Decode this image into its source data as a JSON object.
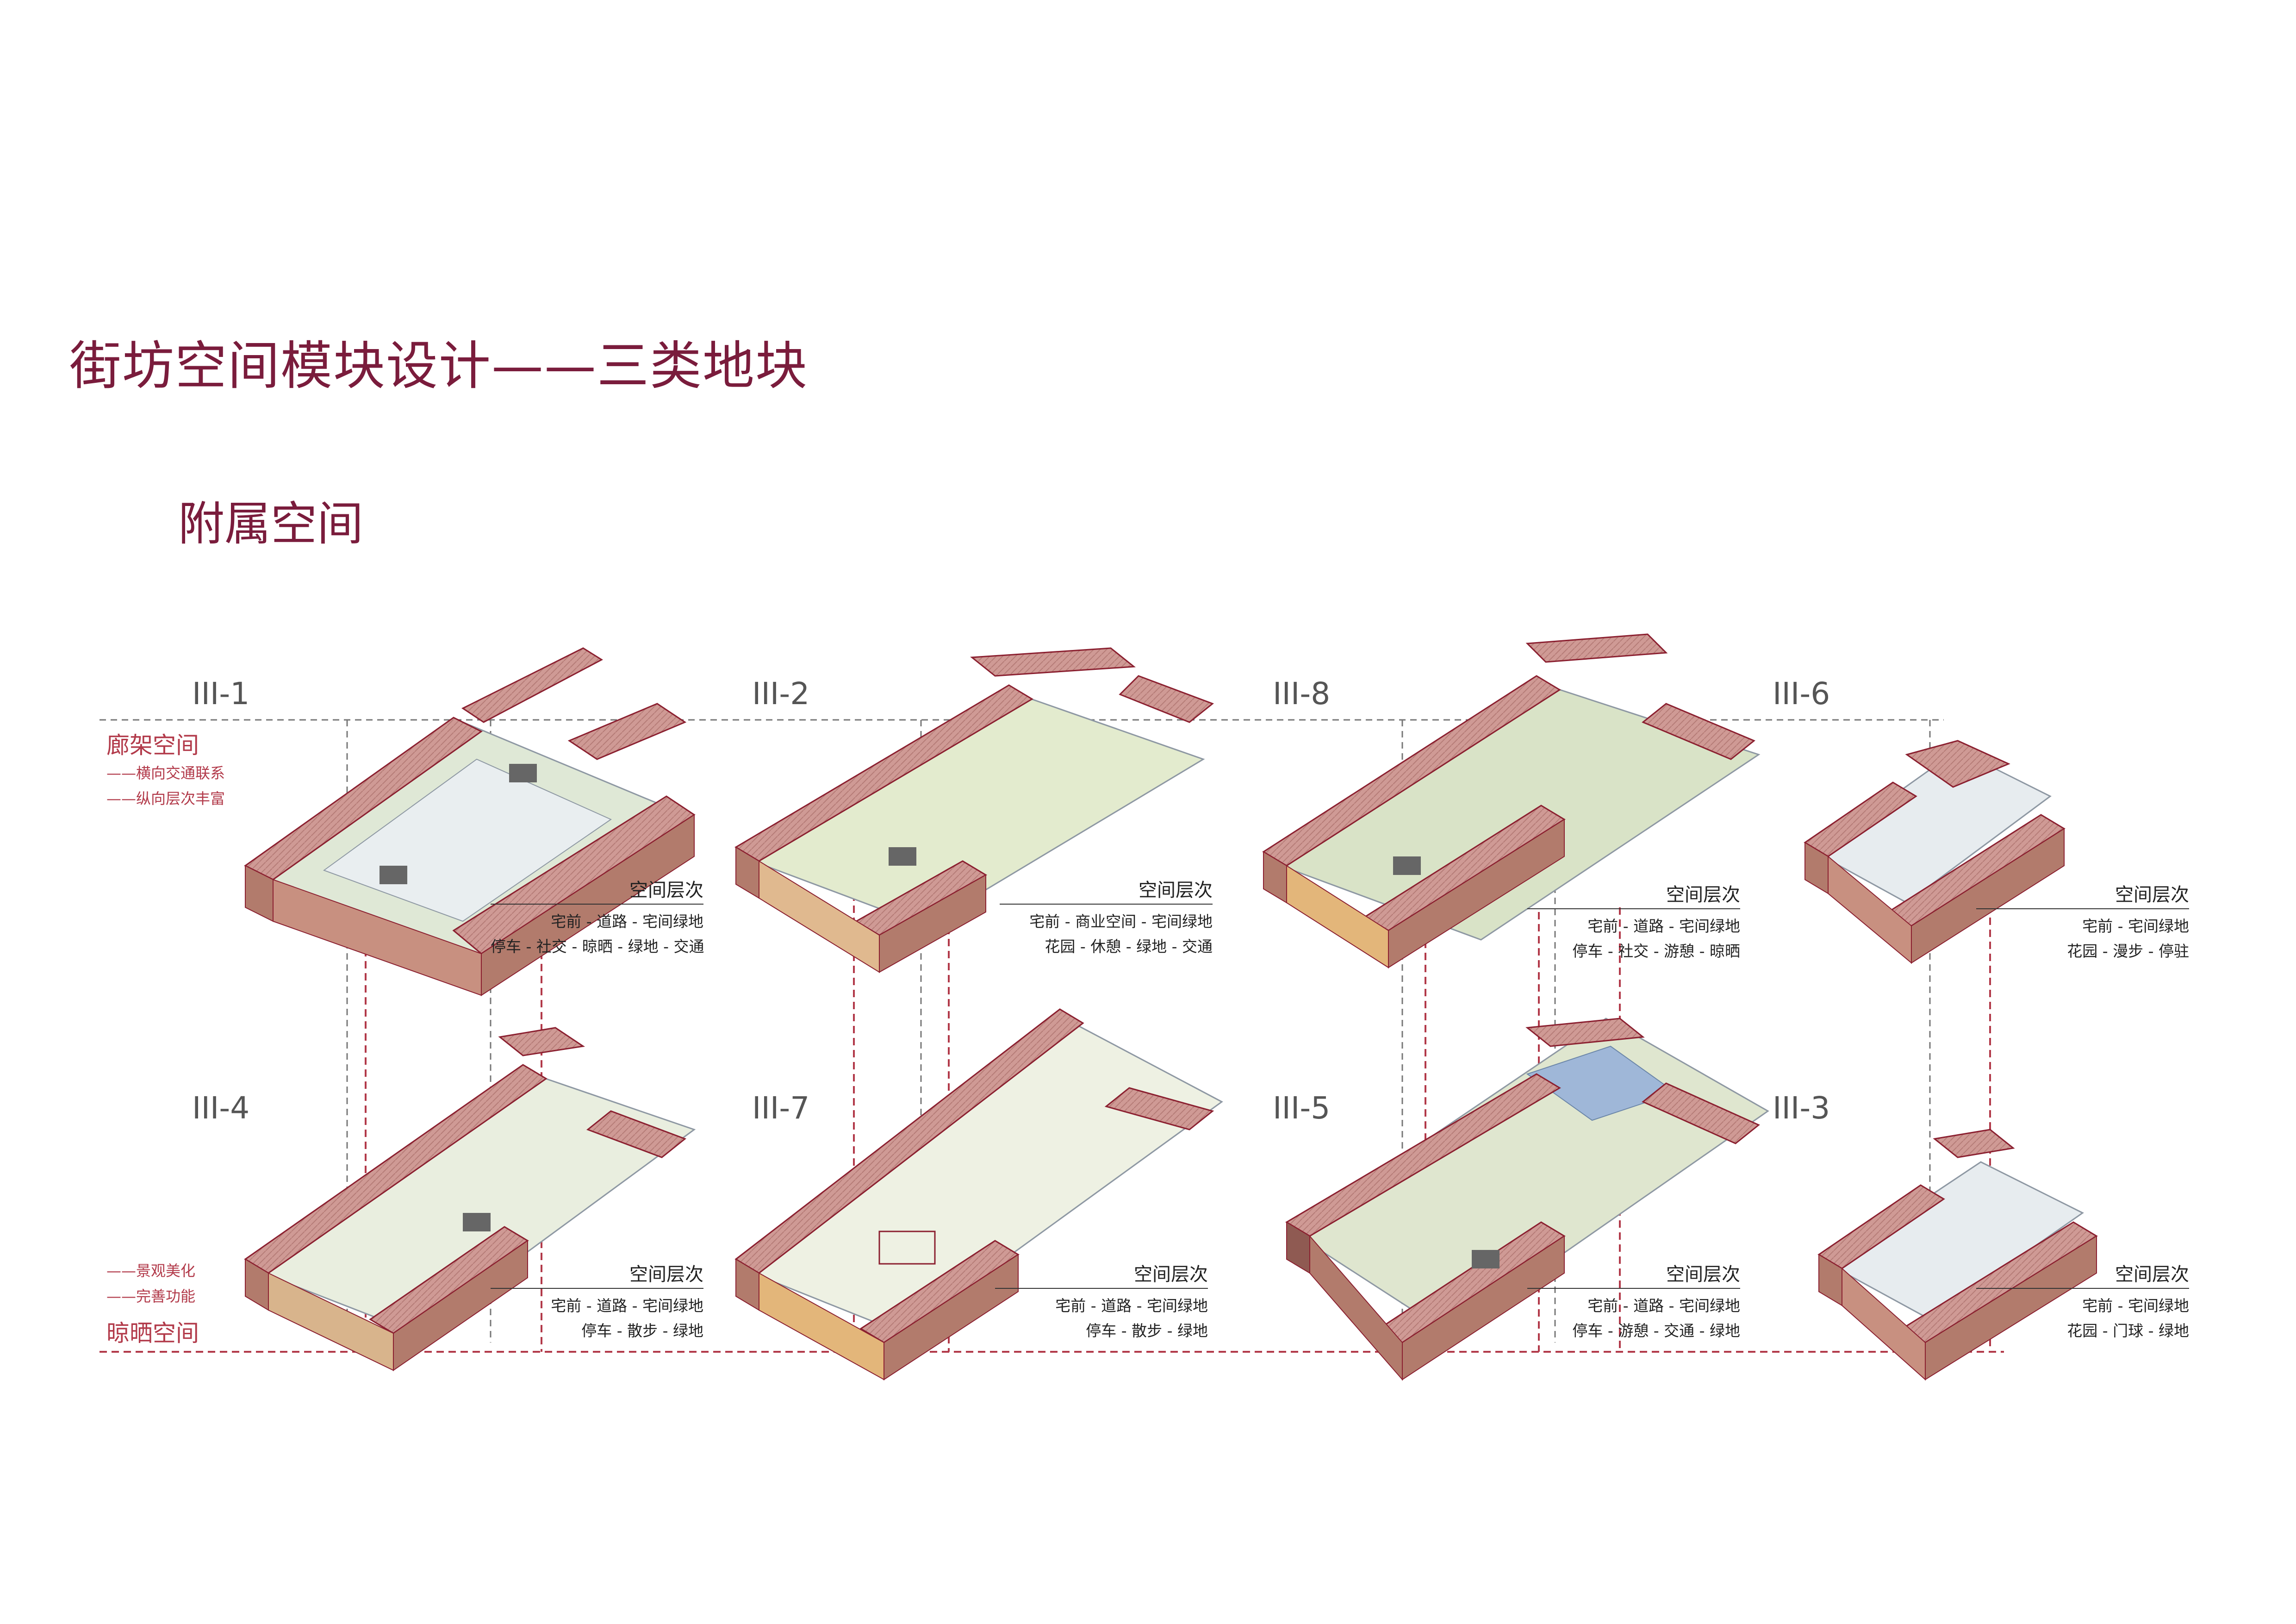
{
  "title": "街坊空间模块设计——三类地块",
  "subtitle": "附属空间",
  "colors": {
    "accent": "#7a1c3c",
    "guide": "#b23a4a",
    "roof": "#c98d8a",
    "court": "#dfe8d6",
    "path": "#8e98a3"
  },
  "modules": [
    {
      "id": "III-1",
      "label": "III-1",
      "caption": {
        "heading": "空间层次",
        "line1": "宅前 - 道路 - 宅间绿地",
        "line2": "停车 - 社交 - 晾晒 - 绿地 - 交通"
      }
    },
    {
      "id": "III-2",
      "label": "III-2",
      "caption": {
        "heading": "空间层次",
        "line1": "宅前 - 商业空间 - 宅间绿地",
        "line2": "花园 - 休憩 - 绿地 - 交通"
      }
    },
    {
      "id": "III-8",
      "label": "III-8",
      "caption": {
        "heading": "空间层次",
        "line1": "宅前 - 道路 - 宅间绿地",
        "line2": "停车 - 社交 - 游憩 - 晾晒"
      }
    },
    {
      "id": "III-6",
      "label": "III-6",
      "caption": {
        "heading": "空间层次",
        "line1": "宅前 - 宅间绿地",
        "line2": "花园 - 漫步 - 停驻"
      }
    },
    {
      "id": "III-4",
      "label": "III-4",
      "caption": {
        "heading": "空间层次",
        "line1": "宅前 - 道路 - 宅间绿地",
        "line2": "停车 - 散步 - 绿地"
      }
    },
    {
      "id": "III-7",
      "label": "III-7",
      "caption": {
        "heading": "空间层次",
        "line1": "宅前 - 道路 - 宅间绿地",
        "line2": "停车 - 散步 - 绿地"
      }
    },
    {
      "id": "III-5",
      "label": "III-5",
      "caption": {
        "heading": "空间层次",
        "line1": "宅前 - 道路 - 宅间绿地",
        "line2": "停车 - 游憩 - 交通 - 绿地"
      }
    },
    {
      "id": "III-3",
      "label": "III-3",
      "caption": {
        "heading": "空间层次",
        "line1": "宅前 - 宅间绿地",
        "line2": "花园 - 门球 - 绿地"
      }
    }
  ],
  "side_top": {
    "heading": "廊架空间",
    "item1": "——横向交通联系",
    "item2": "——纵向层次丰富"
  },
  "side_bottom": {
    "item1": "——景观美化",
    "item2": "——完善功能",
    "heading": "晾晒空间"
  }
}
